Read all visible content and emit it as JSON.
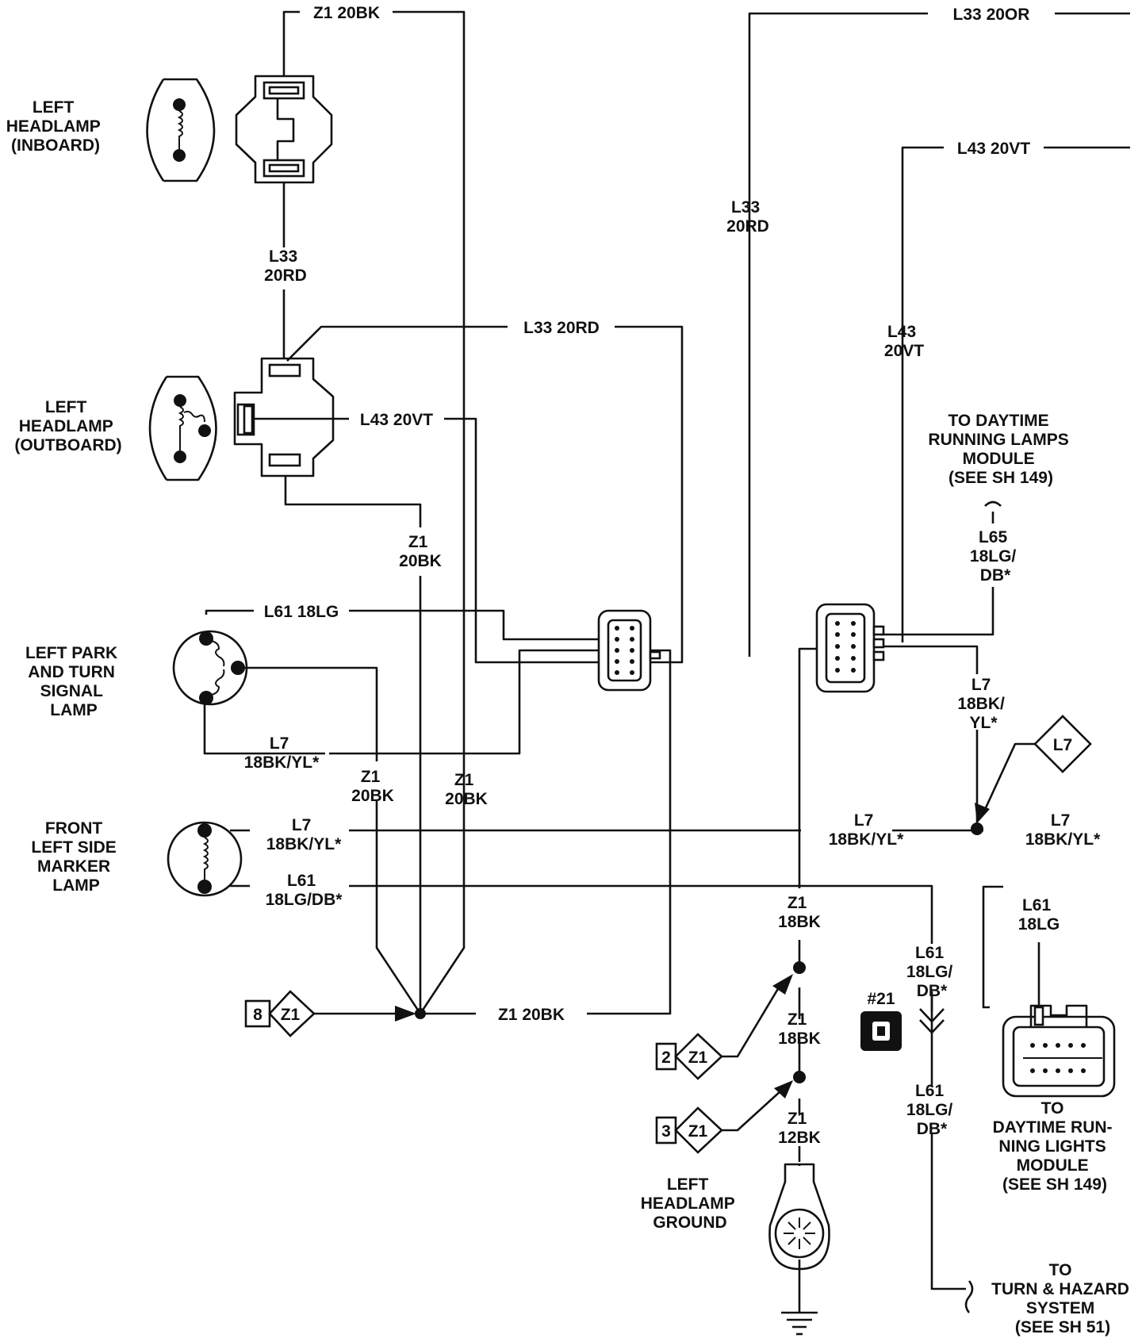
{
  "components": {
    "left_headlamp_inboard": [
      "LEFT",
      "HEADLAMP",
      "(INBOARD)"
    ],
    "left_headlamp_outboard": [
      "LEFT",
      "HEADLAMP",
      "(OUTBOARD)"
    ],
    "left_park_turn_lamp": [
      "LEFT PARK",
      "AND TURN",
      "SIGNAL",
      "LAMP"
    ],
    "front_left_side_marker": [
      "FRONT",
      "LEFT SIDE",
      "MARKER",
      "LAMP"
    ],
    "left_headlamp_ground": [
      "LEFT",
      "HEADLAMP",
      "GROUND"
    ],
    "to_drl_module_top": [
      "TO DAYTIME",
      "RUNNING LAMPS",
      "MODULE",
      "(SEE SH 149)"
    ],
    "to_drl_module_bottom": [
      "TO",
      "DAYTIME RUN-",
      "NING LIGHTS",
      "MODULE",
      "(SEE SH 149)"
    ],
    "to_turn_hazard": [
      "TO",
      "TURN & HAZARD",
      "SYSTEM",
      "(SEE SH 51)"
    ]
  },
  "wire_labels": {
    "z1_20bk_top": "Z1 20BK",
    "l33_20rd_inboard": [
      "L33",
      "20RD"
    ],
    "l33_20rd_mid": "L33 20RD",
    "l43_20vt_mid": "L43 20VT",
    "z1_20bk_outboard": [
      "Z1",
      "20BK"
    ],
    "l61_18lg_park": "L61 18LG",
    "l7_park": [
      "L7",
      "18BK/YL*"
    ],
    "z1_20bk_a": [
      "Z1",
      "20BK"
    ],
    "z1_20bk_b": [
      "Z1",
      "20BK"
    ],
    "l7_marker": [
      "L7",
      "18BK/YL*"
    ],
    "l61_marker": [
      "L61",
      "18LG/DB*"
    ],
    "z1_20bk_splice": "Z1 20BK",
    "l33_20or_top": "L33 20OR",
    "l43_20vt_top": "L43 20VT",
    "l33_20rd_right": [
      "L33",
      "20RD"
    ],
    "l43_20vt_right": [
      "L43",
      "20VT"
    ],
    "l65": [
      "L65",
      "18LG/",
      "DB*"
    ],
    "l7_right_vert": [
      "L7",
      "18BK/",
      "YL*"
    ],
    "l7_right_mid": [
      "L7",
      "18BK/YL*"
    ],
    "l7_right_end": [
      "L7",
      "18BK/YL*"
    ],
    "z1_18bk_a": [
      "Z1",
      "18BK"
    ],
    "z1_18bk_b": [
      "Z1",
      "18BK"
    ],
    "z1_12bk": [
      "Z1",
      "12BK"
    ],
    "l61_upper": [
      "L61",
      "18LG/",
      "DB*"
    ],
    "l61_lower": [
      "L61",
      "18LG/",
      "DB*"
    ],
    "l61_18lg_right": [
      "L61",
      "18LG"
    ]
  },
  "refs": {
    "splice_8": "8",
    "splice_2": "2",
    "splice_3": "3",
    "z1_tag": "Z1",
    "l7_tag": "L7",
    "connector_21": "#21"
  }
}
